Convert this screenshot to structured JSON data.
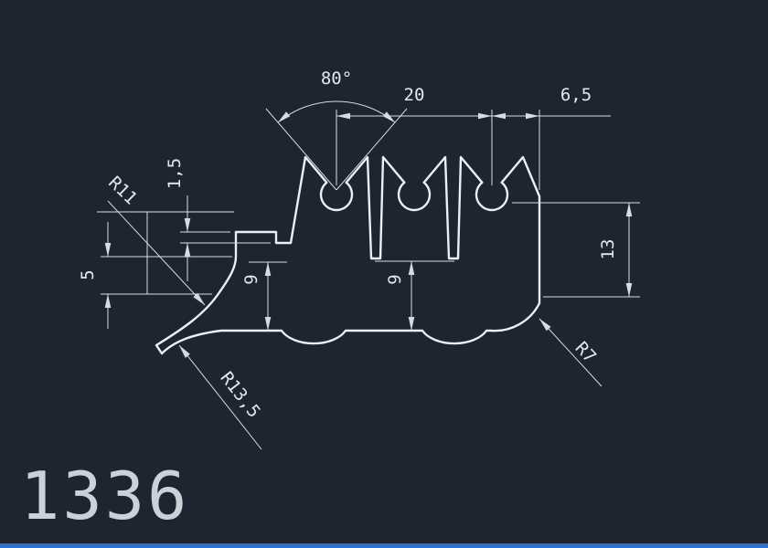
{
  "drawing": {
    "part_number": "1336",
    "dimensions": {
      "angle": "80°",
      "notch_spacing": "20",
      "right_edge_offset": "6,5",
      "step_height": "1,5",
      "left_radius": "R11",
      "left_offset": "5",
      "web_left": "9",
      "web_right": "9",
      "right_height": "13",
      "corner_radius": "R7",
      "tail_radius": "R13,5"
    },
    "colors": {
      "background": "#1e2430",
      "line": "#eceff3",
      "dimension_line": "#d8dce2",
      "bottom_bar": "#2e6fd8"
    }
  }
}
